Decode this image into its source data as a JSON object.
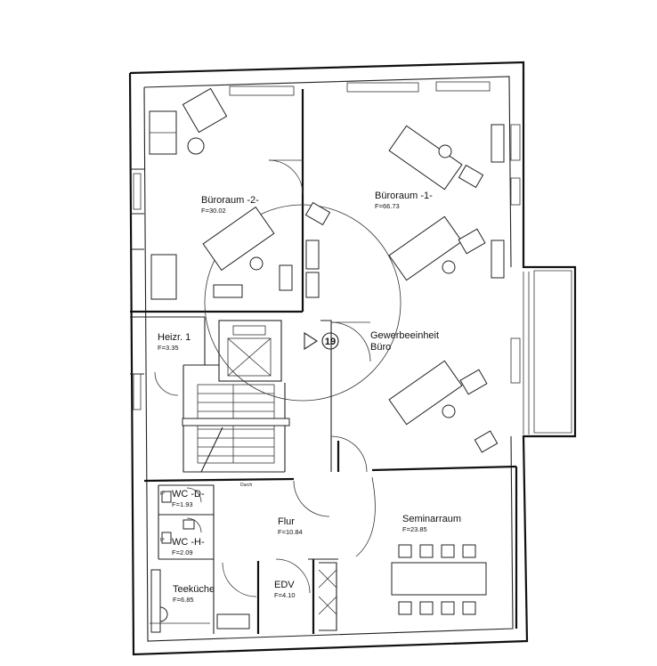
{
  "rooms": {
    "bueroraum2": {
      "name": "Büroraum -2-",
      "area": "F=30.02"
    },
    "bueroraum1": {
      "name": "Büroraum -1-",
      "area": "F=66.73"
    },
    "heizr": {
      "name": "Heizr. 1",
      "area": "F=3.35"
    },
    "gewerbe": {
      "line1": "Gewerbeeinheit",
      "line2": "Büro"
    },
    "wc_d": {
      "name": "WC -D-",
      "area": "F=1.93"
    },
    "wc_h": {
      "name": "WC -H-",
      "area": "F=2.09"
    },
    "flur": {
      "name": "Flur",
      "area": "F=10.84"
    },
    "seminar": {
      "name": "Seminarraum",
      "area": "F=23.85"
    },
    "teekueche": {
      "name": "Teeküche",
      "area": "F=6.85"
    },
    "edv": {
      "name": "EDV",
      "area": "F=4.10"
    }
  },
  "unit_number": "19",
  "tags": {
    "wc_d": "IP",
    "wc_h": "IP",
    "corridor": "Durch"
  }
}
